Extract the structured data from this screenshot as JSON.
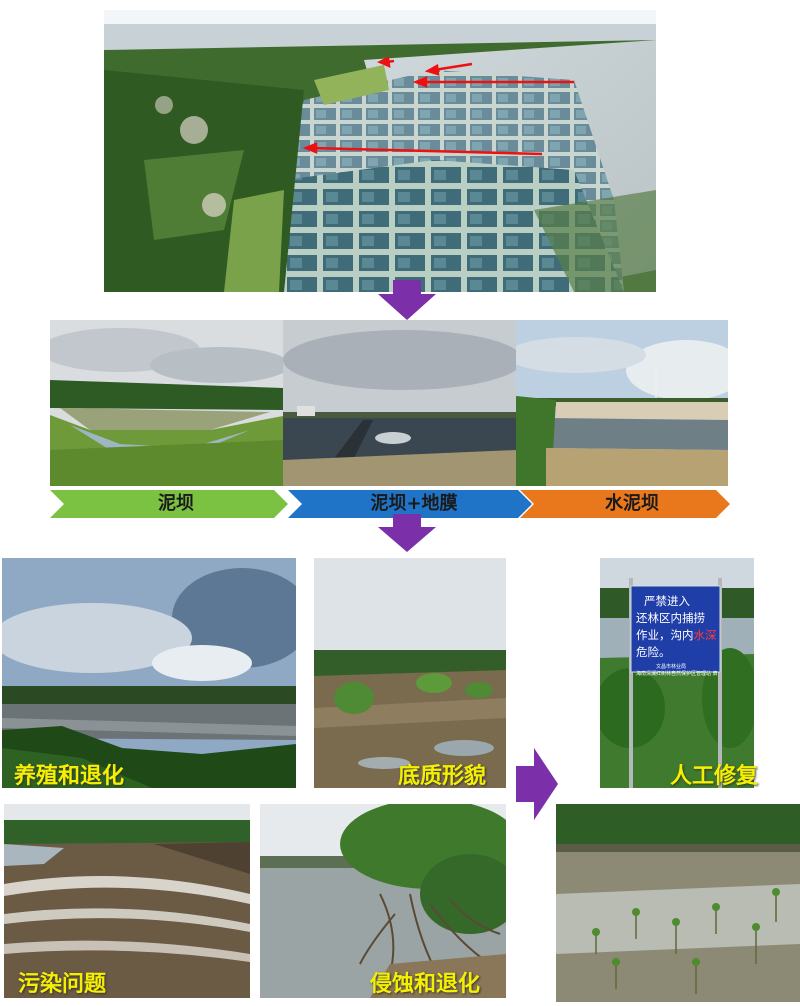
{
  "stages": [
    {
      "label": "泥坝",
      "color": "#7cc242"
    },
    {
      "label": "泥坝+地膜",
      "color": "#1f74c8"
    },
    {
      "label": "水泥坝",
      "color": "#e9781c"
    }
  ],
  "captions": {
    "aquaculture_degradation": "养殖和退化",
    "substrate_morphology": "底质形貌",
    "artificial_restoration": "人工修复",
    "pollution_problem": "污染问题",
    "erosion_degradation": "侵蚀和退化"
  },
  "sign": {
    "line1": "严禁进入",
    "line2": "还林区内捕捞",
    "line3_a": "作业，沟内",
    "line3_hl": "水深",
    "line4": "危险。",
    "footer1": "文昌市林业局",
    "footer2": "海南清澜红树林自然保护区管理站 启"
  },
  "colors": {
    "arrow": "#7b2fa8",
    "caption": "#f5f000"
  }
}
